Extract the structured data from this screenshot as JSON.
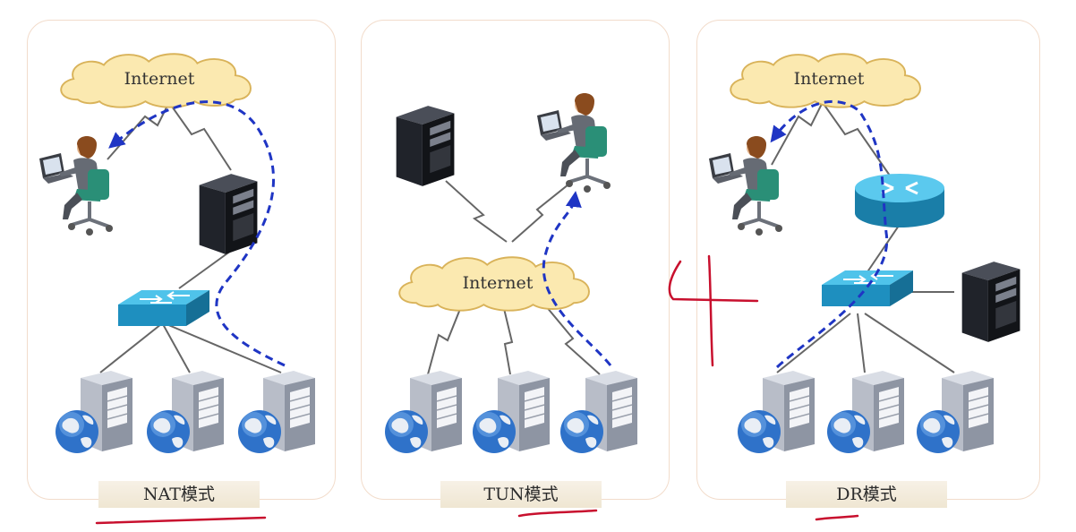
{
  "panels": [
    {
      "cloud_label": "Internet",
      "caption": "NAT模式"
    },
    {
      "cloud_label": "Internet",
      "caption": "TUN模式"
    },
    {
      "cloud_label": "Internet",
      "caption": "DR模式"
    }
  ]
}
